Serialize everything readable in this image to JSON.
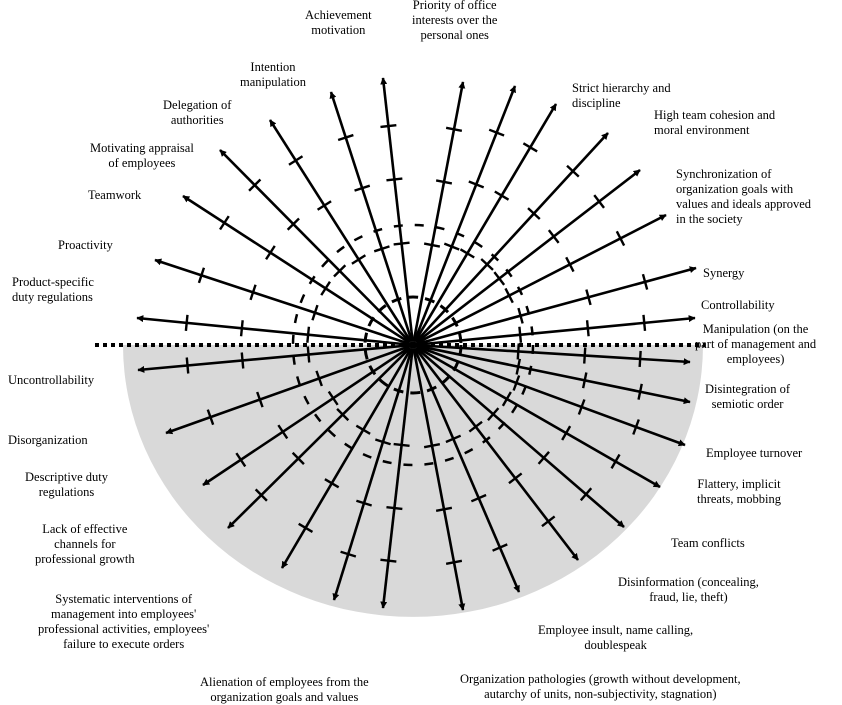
{
  "colors": {
    "shaded_area": "#d9d9d9",
    "lines": "#000000",
    "background": "#ffffff"
  },
  "labels": {
    "achievement_motivation": "Achievement\nmotivation",
    "priority_of_office": "Priority of office\ninterests over the\npersonal ones",
    "intention_manipulation": "Intention\nmanipulation",
    "delegation_of_authorities": "Delegation of\nauthorities",
    "motivating_appraisal": "Motivating appraisal\nof employees",
    "teamwork": "Teamwork",
    "proactivity": "Proactivity",
    "product_specific_duty": "Product-specific\nduty regulations",
    "strict_hierarchy": "Strict hierarchy and\ndiscipline",
    "high_team_cohesion": "High team cohesion and\nmoral environment",
    "synchronization_goals": "Synchronization of\norganization goals with\nvalues and ideals approved\nin the society",
    "synergy": "Synergy",
    "controllability": "Controllability",
    "manipulation_management": "Manipulation (on the\npart of management and\nemployees)",
    "uncontrollability": "Uncontrollability",
    "disorganization": "Disorganization",
    "descriptive_duty": "Descriptive duty\nregulations",
    "lack_of_channels": "Lack of effective\nchannels for\nprofessional growth",
    "systematic_interventions": "Systematic interventions of\nmanagement into employees'\nprofessional activities, employees'\nfailure to execute orders",
    "alienation_of_employees": "Alienation of employees from the\norganization goals and values",
    "disintegration_semiotic": "Disintegration of\nsemiotic order",
    "employee_turnover": "Employee turnover",
    "flattery_threats": "Flattery, implicit\nthreats, mobbing",
    "team_conflicts": "Team conflicts",
    "disinformation": "Disinformation (concealing,\nfraud, lie, theft)",
    "employee_insult": "Employee insult, name calling,\ndoublespeak",
    "organization_pathologies": "Organization pathologies (growth without development,\nautarchy of units, non-subjectivity, stagnation)"
  }
}
